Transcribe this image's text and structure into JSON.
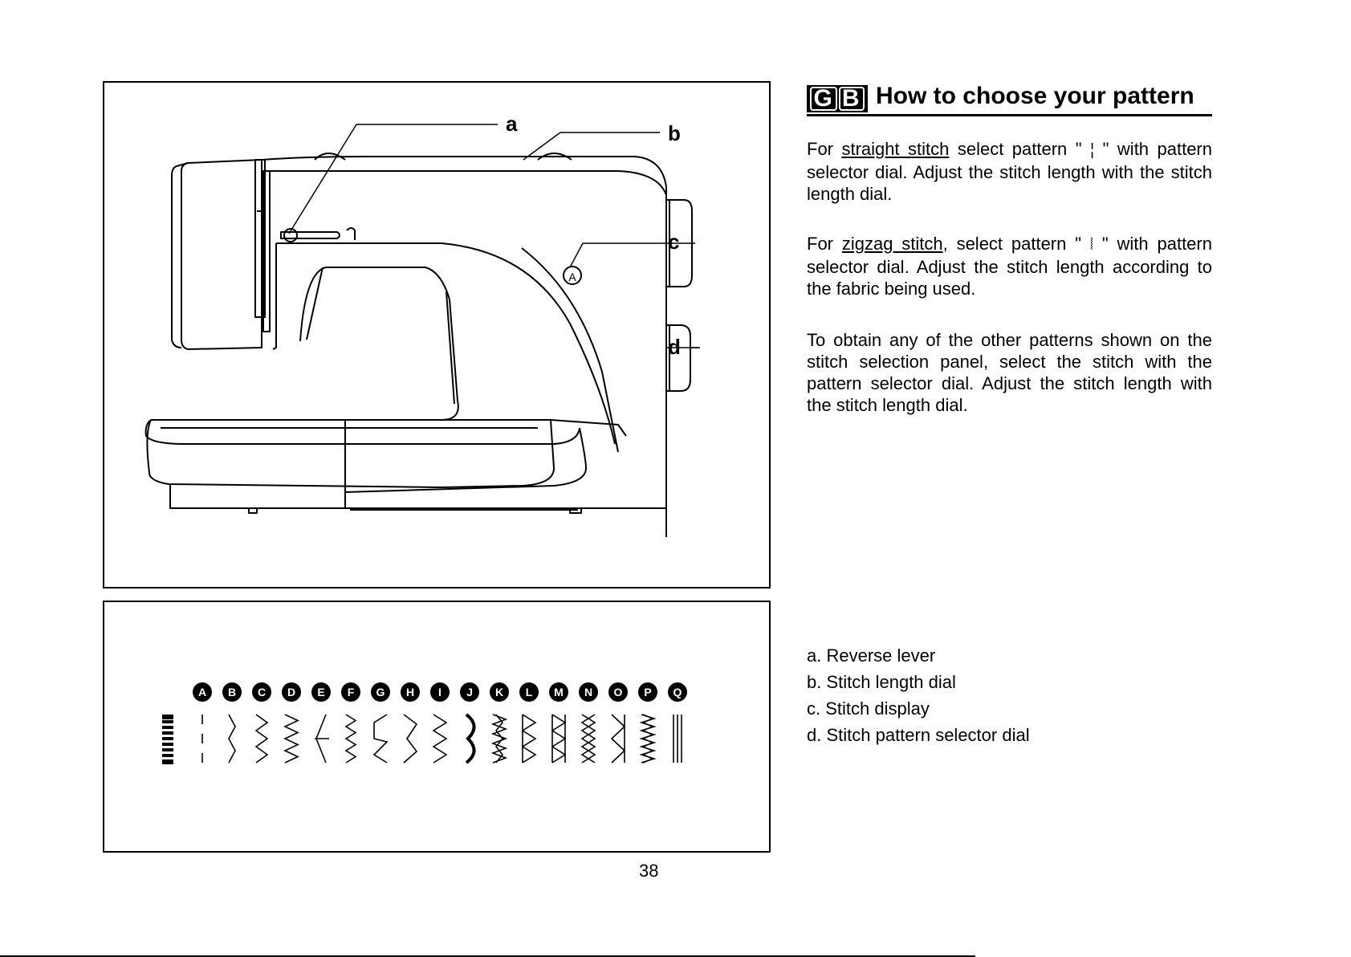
{
  "figure": {
    "callouts": [
      "a",
      "b",
      "c",
      "d"
    ],
    "dial_mark": "A"
  },
  "stitch_panel": {
    "pattern_letters": [
      "A",
      "B",
      "C",
      "D",
      "E",
      "F",
      "G",
      "H",
      "I",
      "J",
      "K",
      "L",
      "M",
      "N",
      "O",
      "P",
      "Q"
    ]
  },
  "heading": {
    "badge_letters": [
      "G",
      "B"
    ],
    "title": "How to choose your pattern"
  },
  "paragraphs": {
    "p1": {
      "pre": "For ",
      "link": "straight stitch",
      "mid": " select pattern \" ",
      "glyph": "¦",
      "post": " \" with pattern selector dial. Adjust the stitch length with the stitch length dial."
    },
    "p2": {
      "pre": "For ",
      "link": "zigzag stitch",
      "mid": ", select pattern \" ",
      "glyph": "⦚",
      "post": " \" with pattern selector dial. Adjust the stitch length according to the fabric being used."
    },
    "p3": "To obtain any of the other patterns shown on the stitch selection panel, select the stitch with the pattern selector dial. Adjust the stitch length with the stitch length dial."
  },
  "legend": [
    "a. Reverse lever",
    "b. Stitch length dial",
    "c. Stitch display",
    "d. Stitch pattern selector dial"
  ],
  "page_number": "38"
}
